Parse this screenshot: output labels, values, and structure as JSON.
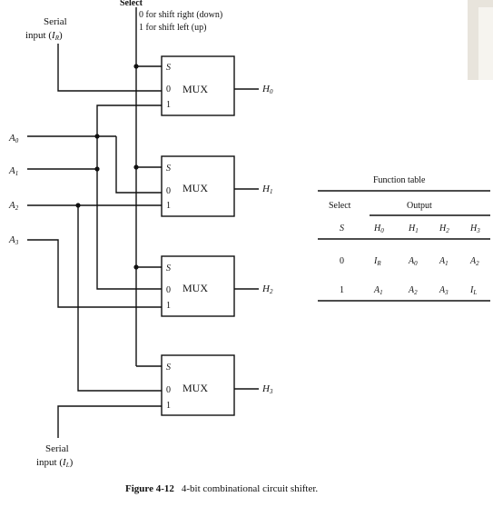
{
  "select_label": "Select",
  "select_note_0": "0 for shift right (down)",
  "select_note_1": "1 for shift left (up)",
  "serial_in_right": {
    "line1": "Serial",
    "line2": "input (Iᵣ)",
    "base": "input (",
    "var": "I",
    "sub": "R",
    "close": ")"
  },
  "serial_in_left": {
    "line1": "Serial",
    "base": "input (",
    "var": "I",
    "sub": "L",
    "close": ")"
  },
  "inputs": [
    {
      "base": "A",
      "sub": "0"
    },
    {
      "base": "A",
      "sub": "1"
    },
    {
      "base": "A",
      "sub": "2"
    },
    {
      "base": "A",
      "sub": "3"
    }
  ],
  "muxes": [
    {
      "label": "MUX",
      "pin_s": "S",
      "pin_0": "0",
      "pin_1": "1",
      "out_base": "H",
      "out_sub": "0"
    },
    {
      "label": "MUX",
      "pin_s": "S",
      "pin_0": "0",
      "pin_1": "1",
      "out_base": "H",
      "out_sub": "1"
    },
    {
      "label": "MUX",
      "pin_s": "S",
      "pin_0": "0",
      "pin_1": "1",
      "out_base": "H",
      "out_sub": "2"
    },
    {
      "label": "MUX",
      "pin_s": "S",
      "pin_0": "0",
      "pin_1": "1",
      "out_base": "H",
      "out_sub": "3"
    }
  ],
  "function_table": {
    "title": "Function table",
    "col_select": "Select",
    "col_output": "Output",
    "sub_select": "S",
    "sub_outputs": [
      {
        "base": "H",
        "sub": "0"
      },
      {
        "base": "H",
        "sub": "1"
      },
      {
        "base": "H",
        "sub": "2"
      },
      {
        "base": "H",
        "sub": "3"
      }
    ],
    "rows": [
      {
        "s": "0",
        "cells": [
          {
            "base": "I",
            "sub": "R"
          },
          {
            "base": "A",
            "sub": "0"
          },
          {
            "base": "A",
            "sub": "1"
          },
          {
            "base": "A",
            "sub": "2"
          }
        ]
      },
      {
        "s": "1",
        "cells": [
          {
            "base": "A",
            "sub": "1"
          },
          {
            "base": "A",
            "sub": "2"
          },
          {
            "base": "A",
            "sub": "3"
          },
          {
            "base": "I",
            "sub": "L"
          }
        ]
      }
    ]
  },
  "caption": {
    "number": "Figure 4-12",
    "text": "4-bit combinational circuit shifter."
  }
}
